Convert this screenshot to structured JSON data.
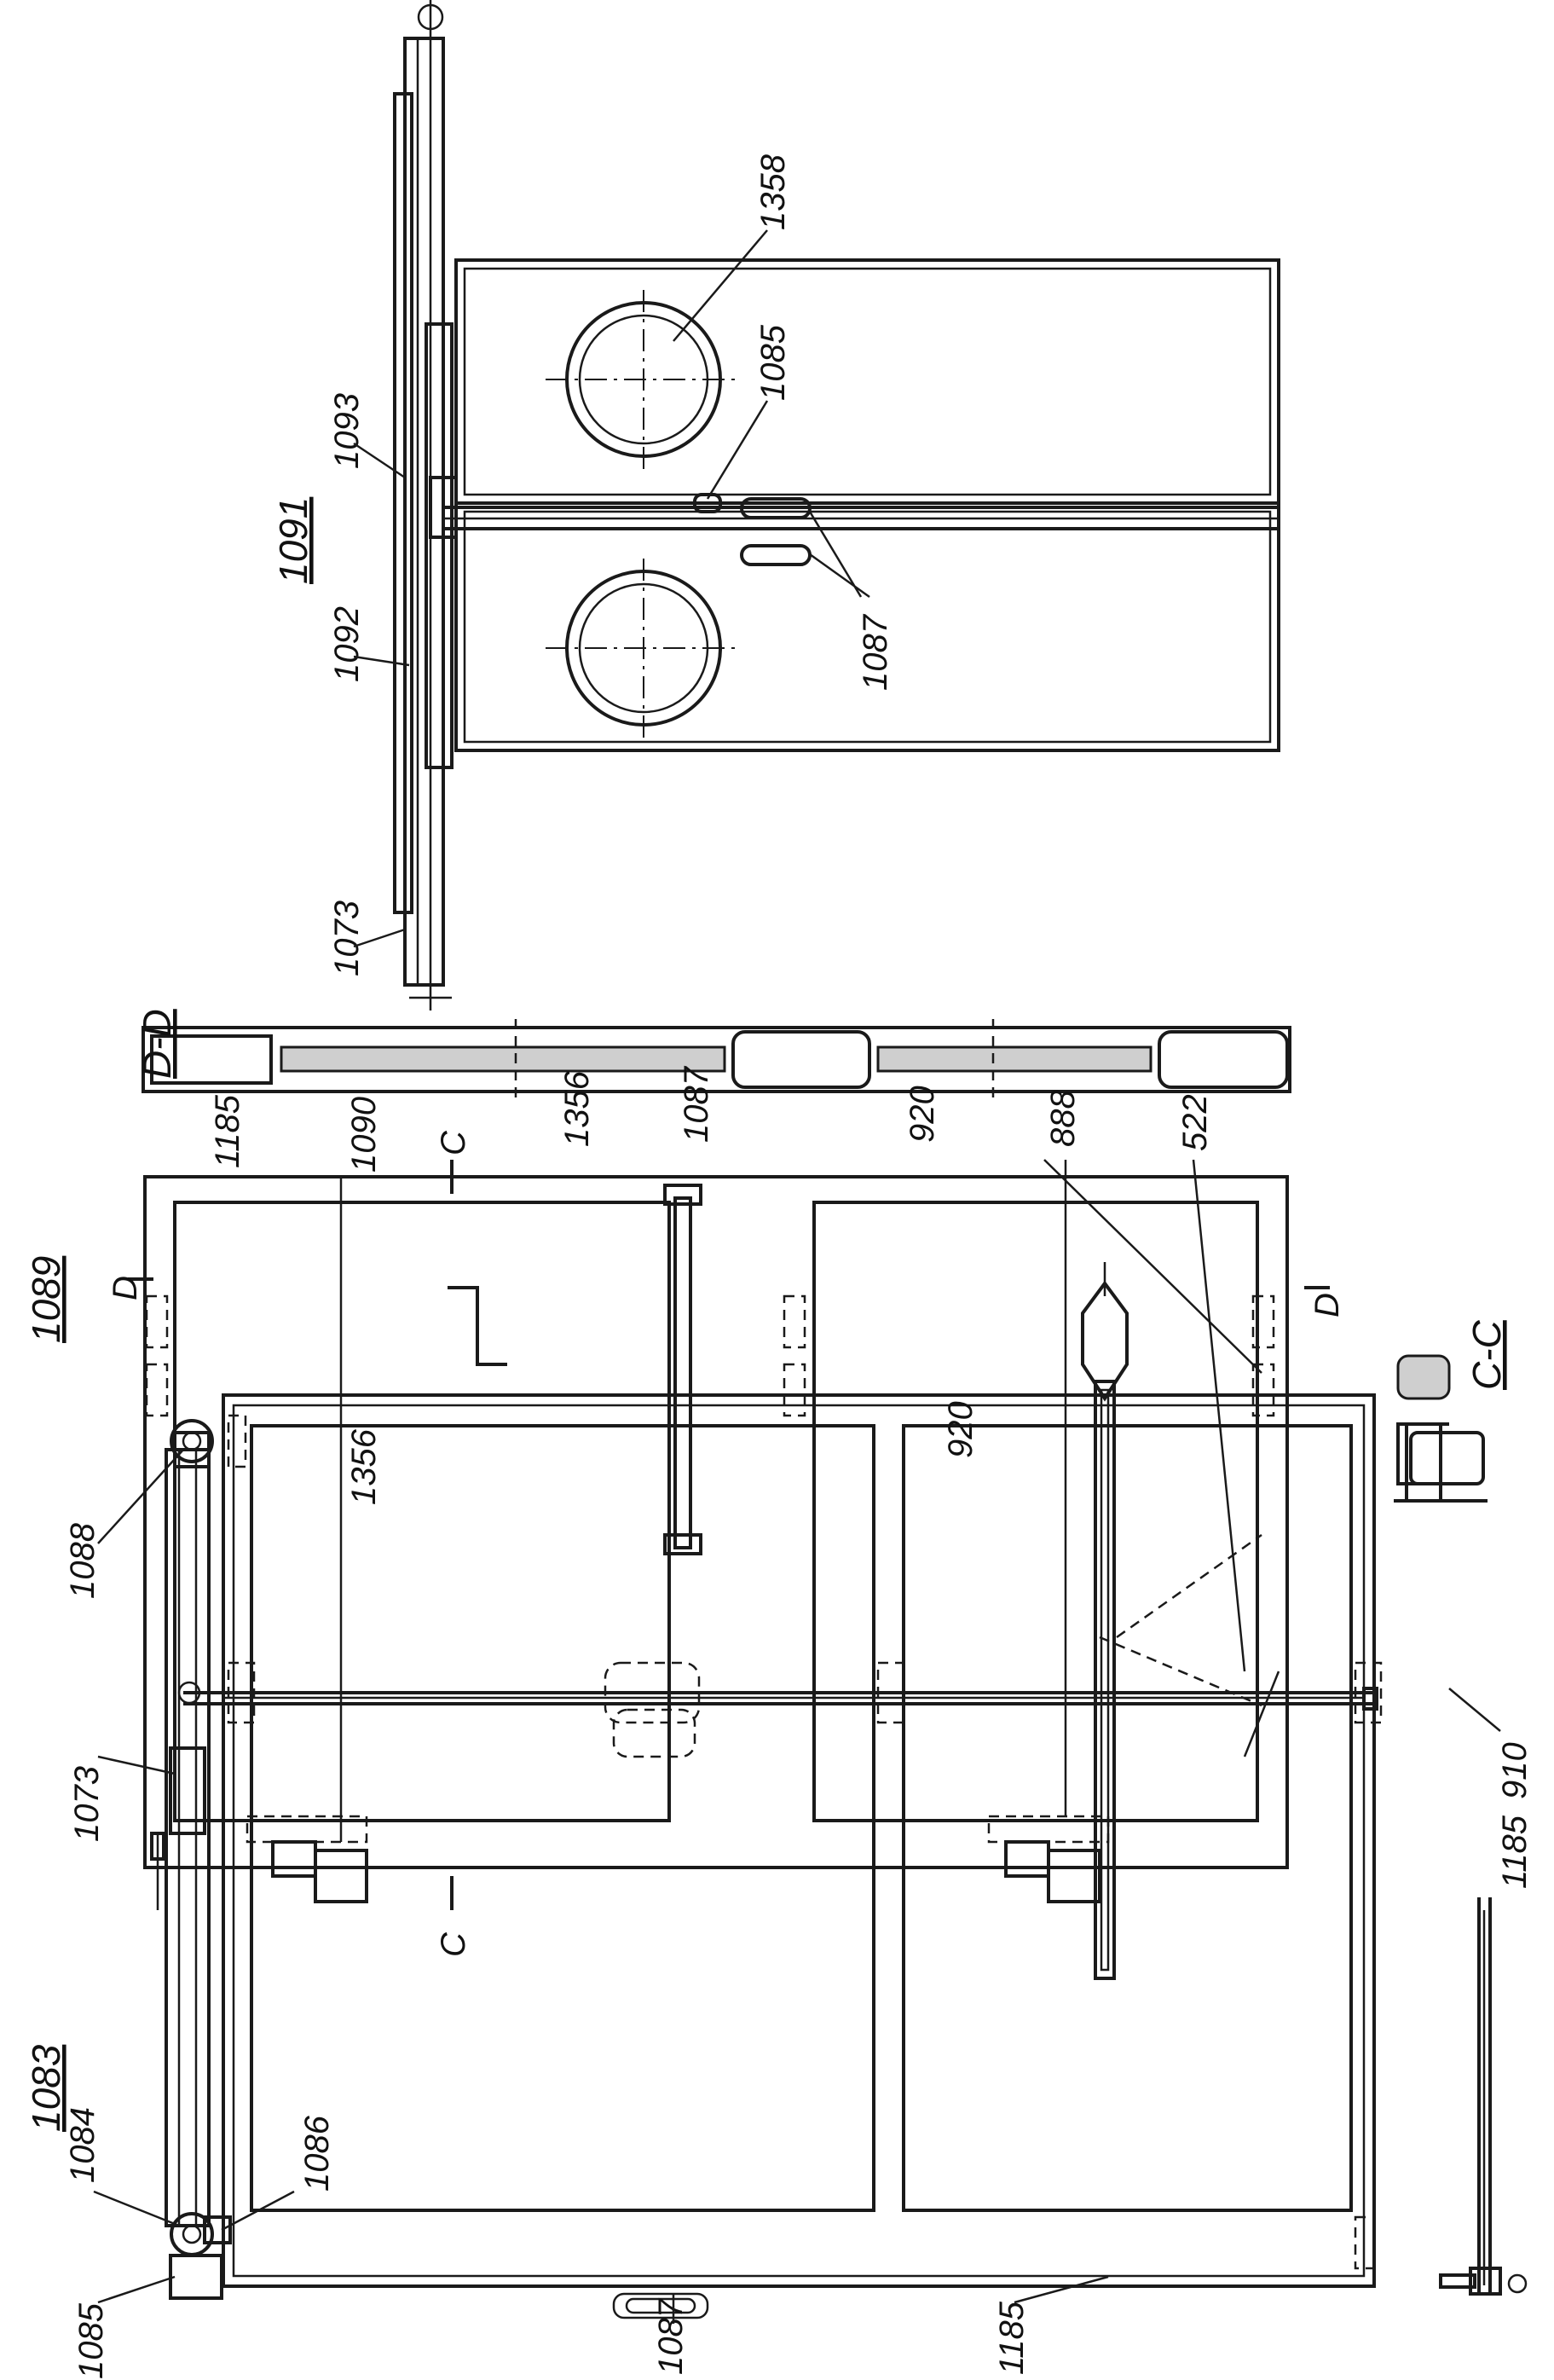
{
  "views": {
    "left_door": {
      "title": "1083"
    },
    "middle_door": {
      "title": "1089",
      "section_mark_d_top": "D",
      "section_mark_d_bottom": "D",
      "section_mark_c_top": "C",
      "section_mark_c_bottom": "C"
    },
    "top_view": {
      "title": "1091"
    },
    "section_dd": {
      "title": "D-D"
    },
    "section_cc": {
      "title": "C-C"
    }
  },
  "labels": {
    "l1083_1085": "1085",
    "l1083_1084": "1084",
    "l1083_1086": "1086",
    "l1083_1073": "1073",
    "l1083_1088": "1088",
    "l1083_1356": "1356",
    "l1083_920": "920",
    "l1083_1087": "1087",
    "l1083_1185": "1185",
    "l1089_1185": "1185",
    "l1089_1090": "1090",
    "l1089_1356": "1356",
    "l1089_1087": "1087",
    "l1089_920": "920",
    "l1089_888": "888",
    "l1089_522": "522",
    "l910": "910",
    "l1185b": "1185",
    "l1091_1073": "1073",
    "l1091_1092": "1092",
    "l1091_1093": "1093",
    "l1091_1085": "1085",
    "l1091_1087": "1087",
    "l1091_1358": "1358"
  }
}
